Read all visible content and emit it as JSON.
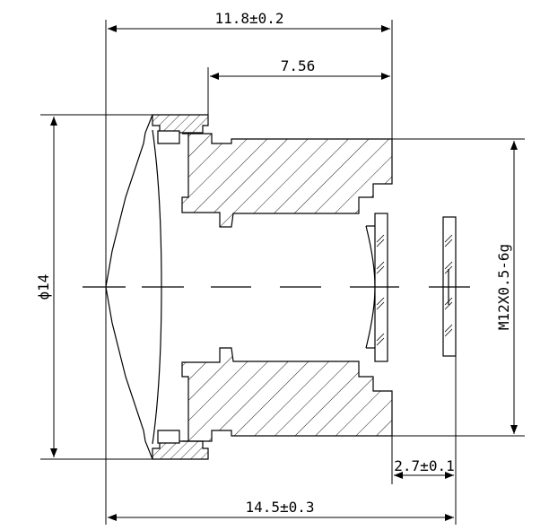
{
  "drawing": {
    "line_color": "#000000",
    "background_color": "#ffffff",
    "dimensions": {
      "overall_top": "11.8±0.2",
      "thread_length": "7.56",
      "diameter": "ϕ14",
      "thread_spec": "M12X0.5-6g",
      "back_gap": "2.7±0.1",
      "overall_bottom": "14.5±0.3"
    }
  }
}
